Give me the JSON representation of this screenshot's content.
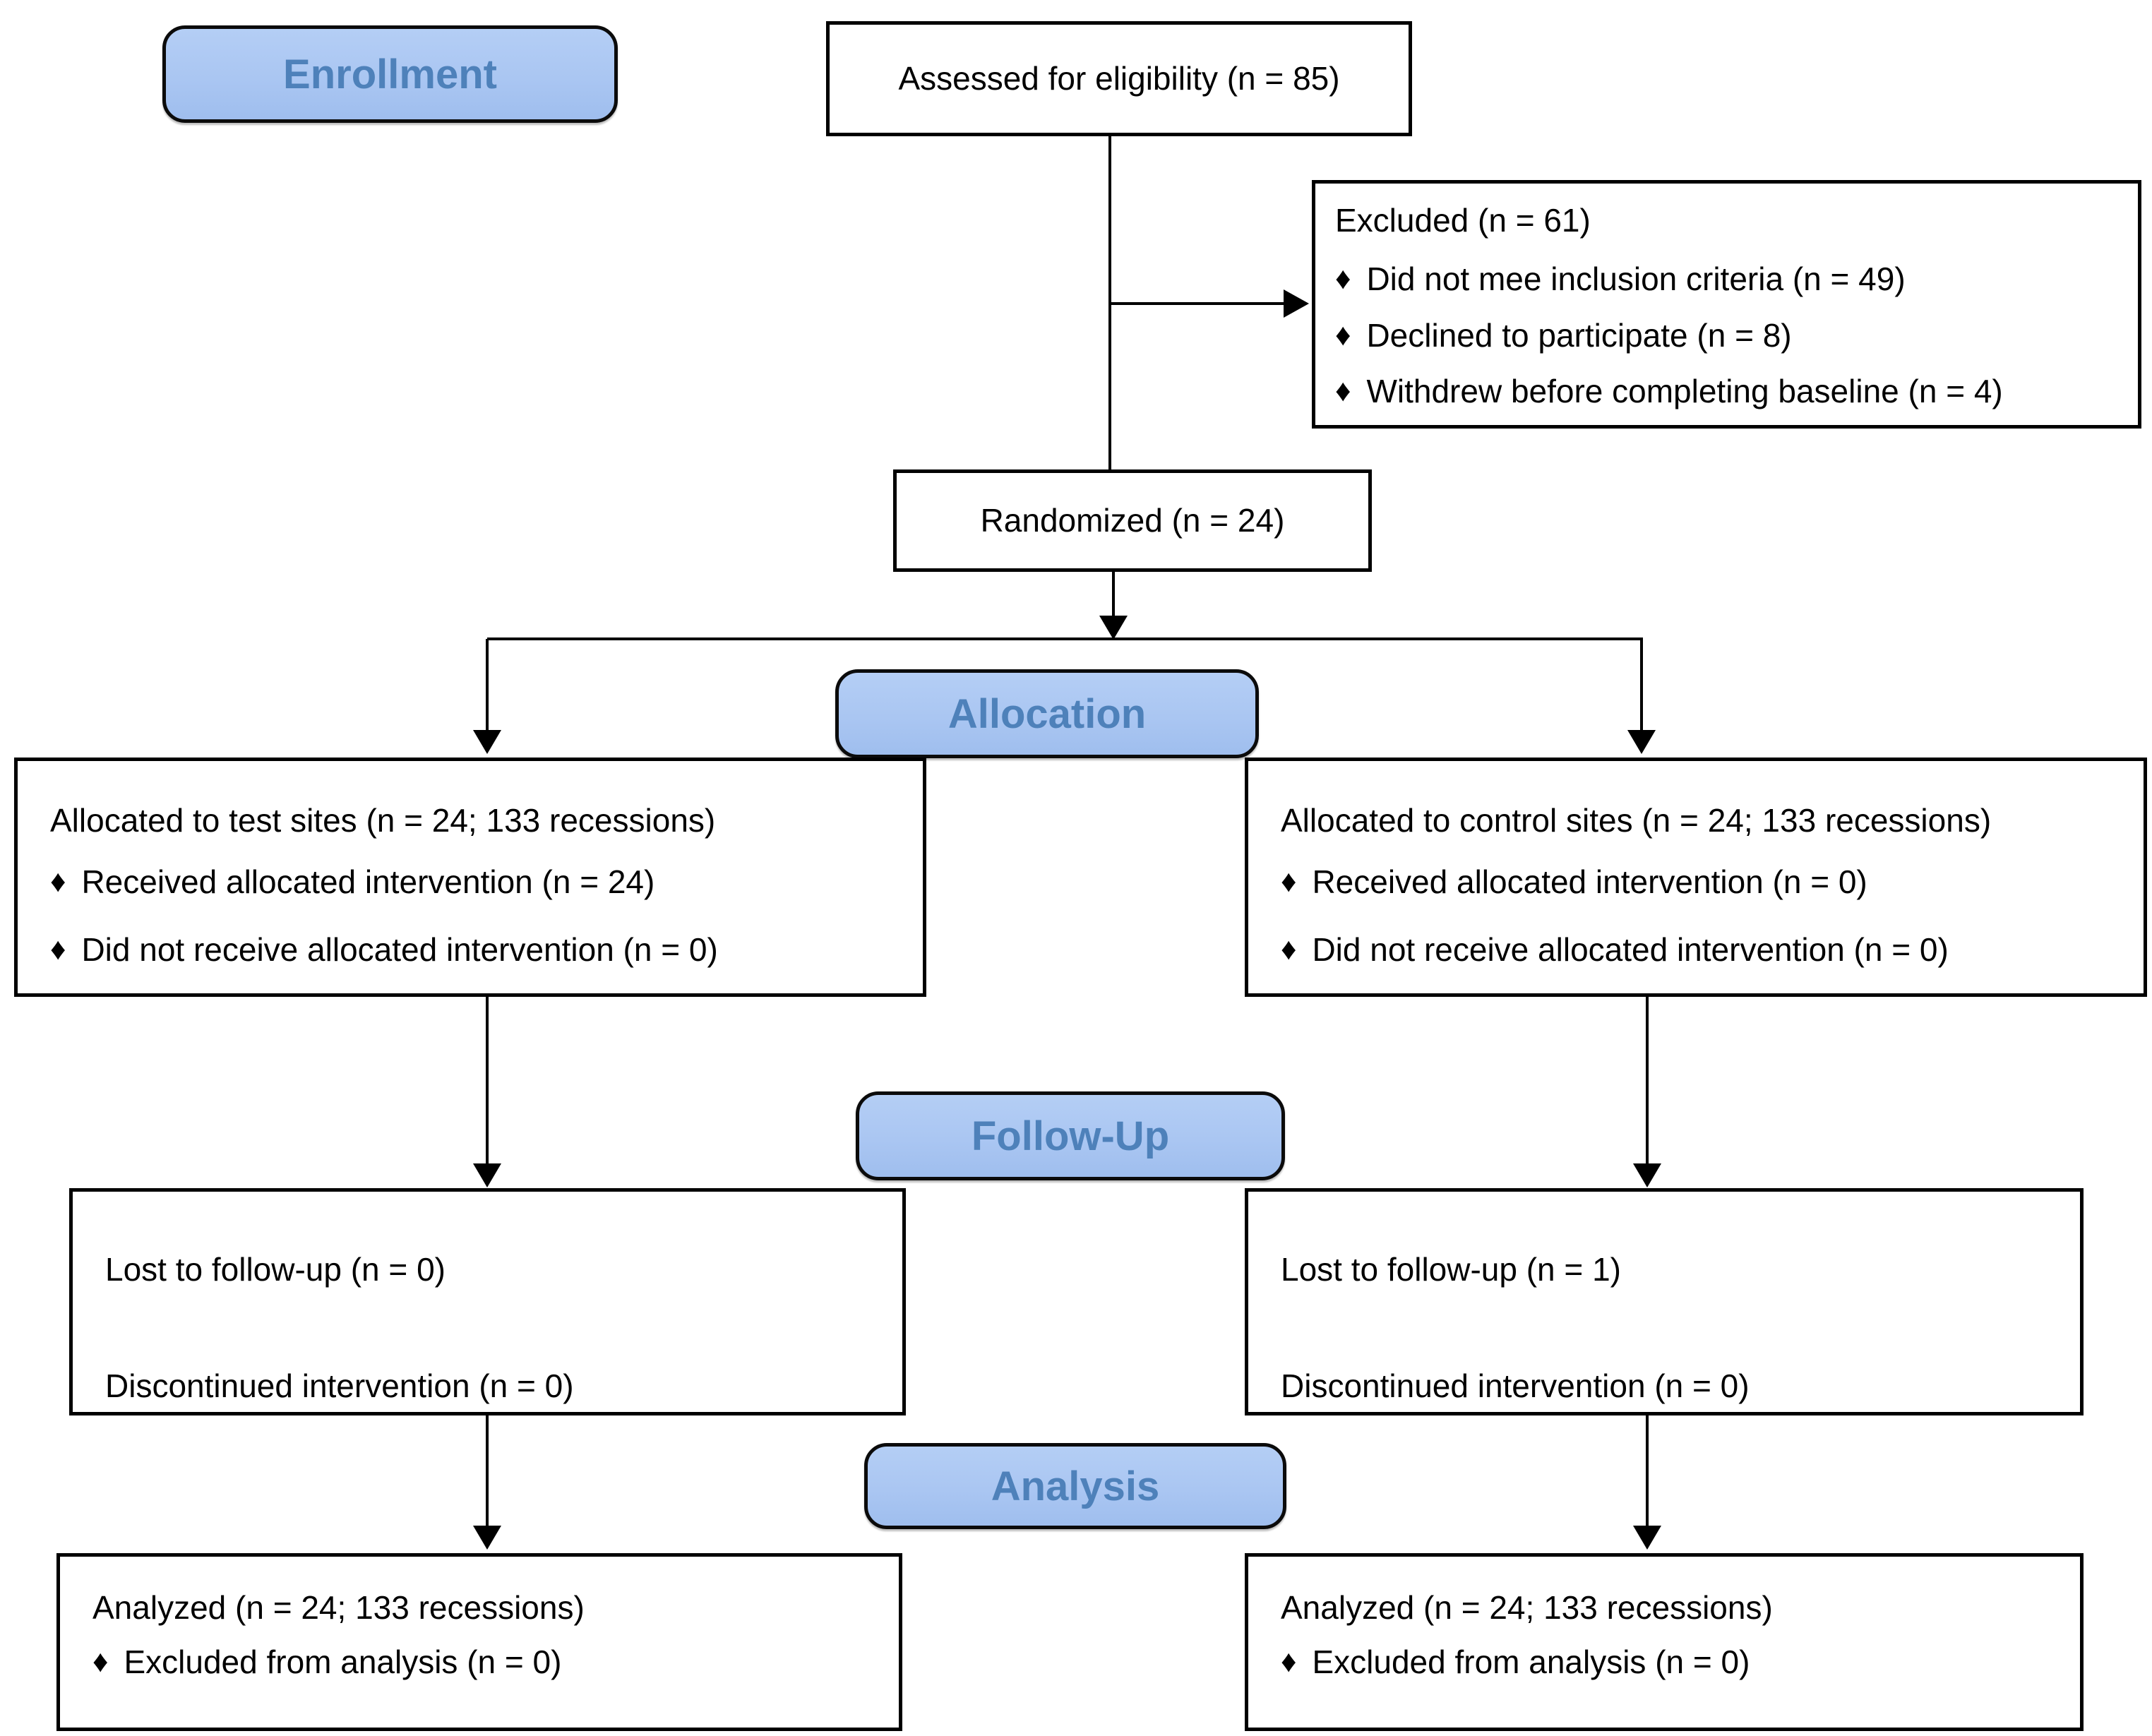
{
  "figure": {
    "type": "consort-flow-diagram",
    "bullet_char": "♦",
    "stage_labels": {
      "enrollment": "Enrollment",
      "allocation": "Allocation",
      "follow_up": "Follow-Up",
      "analysis": "Analysis"
    },
    "boxes": {
      "assessed": {
        "text": "Assessed for eligibility (n = 85)"
      },
      "excluded": {
        "title": "Excluded  (n = 61)",
        "items": [
          "Did not mee inclusion criteria (n = 49)",
          "Declined to participate (n = 8)",
          "Withdrew before completing baseline (n = 4)"
        ]
      },
      "randomized": {
        "text": "Randomized (n = 24)"
      },
      "allocated_test": {
        "title": "Allocated to test sites (n = 24; 133 recessions)",
        "items": [
          "Received allocated intervention (n = 24)",
          "Did not receive allocated intervention (n = 0)"
        ]
      },
      "allocated_control": {
        "title": "Allocated to control sites (n = 24; 133 recessions)",
        "items": [
          "Received allocated intervention (n = 0)",
          "Did not receive allocated intervention (n = 0)"
        ]
      },
      "followup_test": {
        "lines": [
          "Lost to follow-up (n = 0)",
          "Discontinued intervention (n = 0)"
        ]
      },
      "followup_control": {
        "lines": [
          "Lost to follow-up (n = 1)",
          "Discontinued intervention (n = 0)"
        ]
      },
      "analysis_test": {
        "title": "Analyzed  (n = 24; 133 recessions)",
        "items": [
          "Excluded from analysis (n = 0)"
        ]
      },
      "analysis_control": {
        "title": "Analyzed  (n = 24; 133 recessions)",
        "items": [
          "Excluded from analysis (n = 0)"
        ]
      }
    },
    "colors": {
      "stage-fill": "#aac6f2",
      "stage-fill-top": "#b4cef5",
      "stage-fill-bottom": "#9fbeee",
      "stage-text": "#4e81ba",
      "line-color": "#000000",
      "box-bg": "#ffffff",
      "canvas-bg": "#ffffff"
    }
  }
}
